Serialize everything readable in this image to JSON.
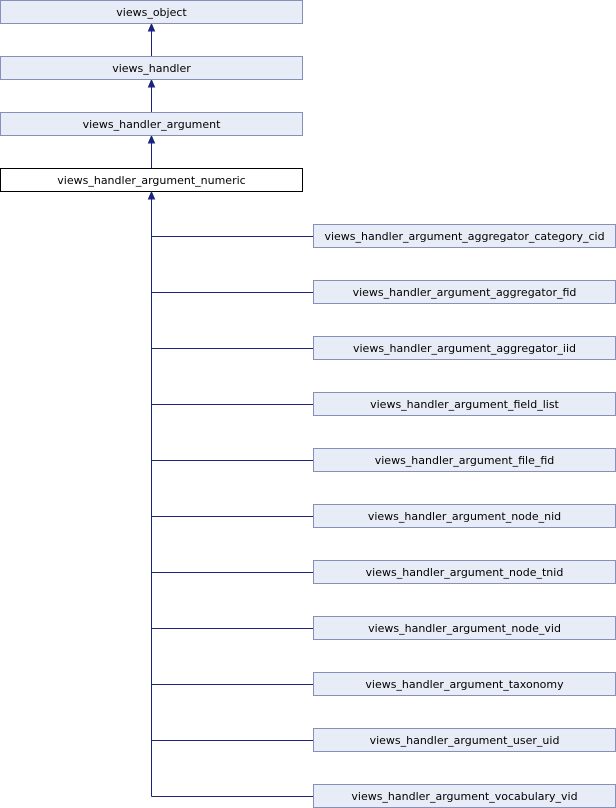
{
  "diagram": {
    "ancestors": [
      "views_object",
      "views_handler",
      "views_handler_argument"
    ],
    "current": "views_handler_argument_numeric",
    "children": [
      "views_handler_argument_aggregator_category_cid",
      "views_handler_argument_aggregator_fid",
      "views_handler_argument_aggregator_iid",
      "views_handler_argument_field_list",
      "views_handler_argument_file_fid",
      "views_handler_argument_node_nid",
      "views_handler_argument_node_tnid",
      "views_handler_argument_node_vid",
      "views_handler_argument_taxonomy",
      "views_handler_argument_user_uid",
      "views_handler_argument_vocabulary_vid"
    ],
    "colors": {
      "node_fill": "#e8ecf6",
      "node_border": "#8591b8",
      "current_fill": "#ffffff",
      "current_border": "#000000",
      "edge": "#1a237e"
    }
  }
}
